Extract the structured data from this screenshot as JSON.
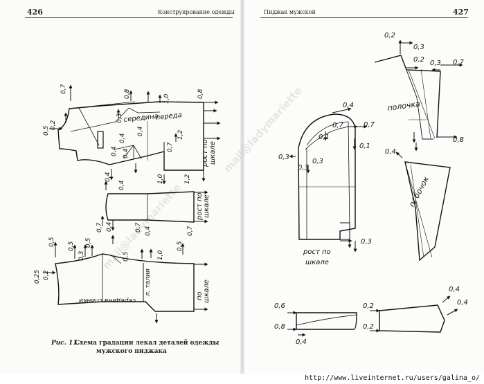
{
  "header": {
    "left_page_number": "426",
    "left_running_title": "Конструирование одежды",
    "right_running_title": "Пиджак мужской",
    "right_page_number": "427"
  },
  "caption": {
    "figure_label": "Рис. 11.",
    "line1": "Схема градации лекал деталей одежды",
    "line2": "мужского пиджака"
  },
  "left_figure": {
    "front": {
      "labels": {
        "seredina": "середина",
        "pereda": "переда",
        "rost_po": "рост по",
        "shkale": "шкале"
      },
      "values": {
        "top_07": "0,7",
        "top_08a": "0,8",
        "top_10": "1,0",
        "top_08b": "0,8",
        "neck_02": "0,2",
        "neck_05": "0,5",
        "mid_03": "0,3",
        "mid_04a": "0,4",
        "mid_04b": "0,4",
        "mid_04c": "0,4",
        "mid_04d": "0,4",
        "mid_07": "0,7",
        "mid_12": "1,2",
        "bot_04": "0,4",
        "bot_10": "1,0",
        "bot_12": "1,2"
      }
    },
    "side": {
      "labels": {
        "rost_po": "рост по",
        "shkale": "шкале"
      },
      "values": {
        "top_04": "0,4",
        "bot_04": "0,4"
      }
    },
    "back": {
      "labels": {
        "seredina_spinki": "середина спинки",
        "l_talii": "л. талии",
        "po": "по",
        "shkale": "шкале"
      },
      "values": {
        "v_05a": "0,5",
        "v_05b": "0,5",
        "v_03": "0,3",
        "v_05c": "0,5",
        "v_05d": "0,5",
        "v_07a": "0,7",
        "v_07b": "0,7",
        "v_04": "0,4",
        "v_10": "1,0",
        "v_05e": "0,5",
        "v_07c": "0,7",
        "v_02": "0,2",
        "v_025": "0,25"
      }
    }
  },
  "right_figure": {
    "collar": {
      "label": "полочка",
      "values": {
        "c_02a": "0,2",
        "c_03a": "0,3",
        "c_02b": "0,2",
        "c_03b": "0,3",
        "c_07": "0,7",
        "c_08": "0,8"
      }
    },
    "sleeve": {
      "labels": {
        "rost_po": "рост по",
        "shkale": "шкале"
      },
      "values": {
        "s_04": "0,4",
        "s_07a": "0,7",
        "s_01": "0,1",
        "s_07b": "0,7",
        "s_01b": "0,1",
        "s_03a": "0,3",
        "s_03b": "0,3",
        "s_03c": "0,3",
        "s_03d": "0,3"
      }
    },
    "wedge": {
      "label": "п/ бочок",
      "values": {
        "w_04": "0,4"
      }
    },
    "pockets": {
      "values": {
        "p_06": "0,6",
        "p_08": "0,8",
        "p_04a": "0,4",
        "p_02a": "0,2",
        "p_02b": "0,2",
        "p_04b": "0,4",
        "p_04c": "0,4"
      }
    }
  },
  "watermark": "mail@ladymariette",
  "footer_url": "http://www.liveinternet.ru/users/galina_o/"
}
